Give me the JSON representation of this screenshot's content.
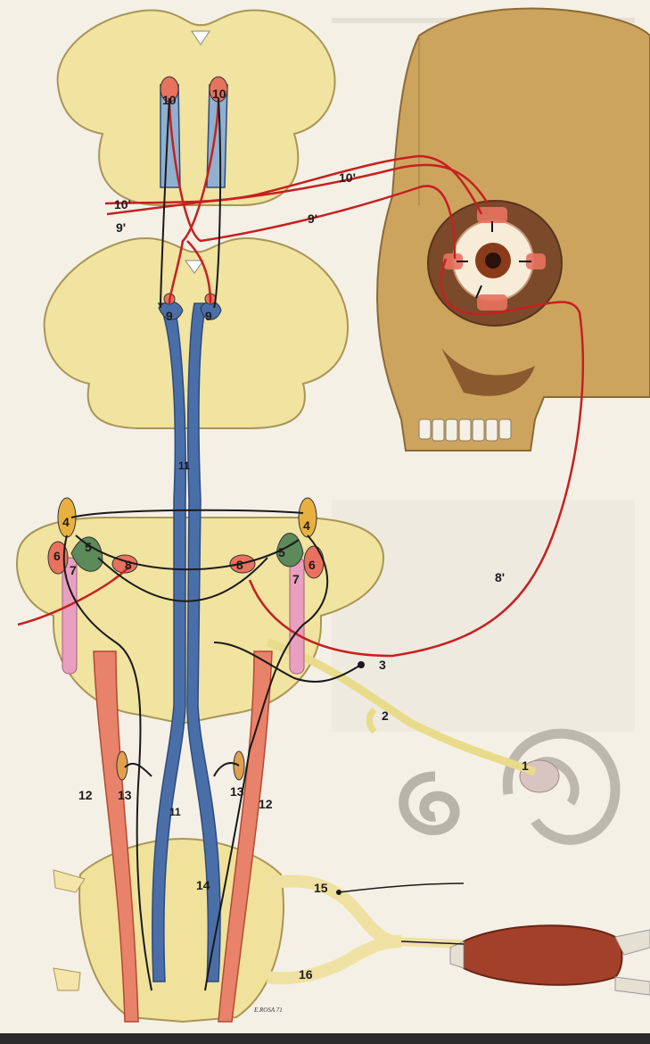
{
  "figure": {
    "labels": {
      "l1": "1",
      "l2": "2",
      "l3": "3",
      "l4a": "4",
      "l4b": "4",
      "l5a": "5",
      "l5b": "5",
      "l6a": "6",
      "l6b": "6",
      "l7a": "7",
      "l7b": "7",
      "l8a": "8",
      "l8b": "8",
      "l8p": "8'",
      "l9a": "9",
      "l9b": "9",
      "l9pa": "9'",
      "l9pb": "9'",
      "l10a": "10",
      "l10b": "10",
      "l10pa": "10'",
      "l10pb": "10'",
      "l11a": "11",
      "l11b": "11",
      "l12a": "12",
      "l12b": "12",
      "l13a": "13",
      "l13b": "13",
      "l14": "14",
      "l15": "15",
      "l16": "16"
    },
    "signature": "E.ROSA 71",
    "colors": {
      "brainstem": "#f1e3a0",
      "spinal_cord": "#f0e29a",
      "vestibulospinal_tract": "#4a6fa8",
      "neural_pathway_red": "#c62020",
      "neural_pathway_black": "#1a1a1a",
      "skull": "#c9a25c",
      "muscle": "#a3402a"
    }
  }
}
